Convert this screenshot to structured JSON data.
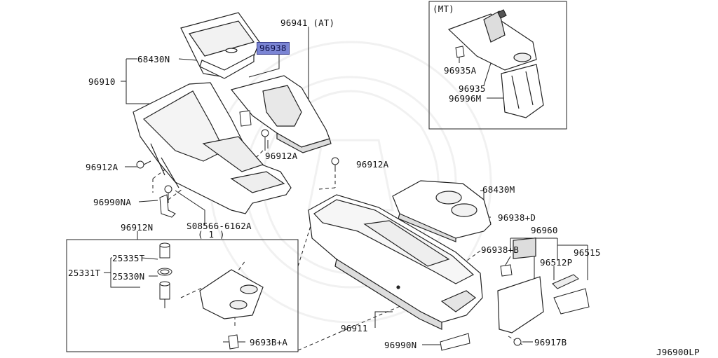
{
  "diagram_code": "J96900LP",
  "mt_box_title": "(MT)",
  "parts": {
    "p96941": "96941 (AT)",
    "p96938": "96938",
    "p68430N": "68430N",
    "p96910": "96910",
    "p96912A_1": "96912A",
    "p96912A_2": "96912A",
    "p96912A_3": "96912A",
    "p96990NA": "96990NA",
    "p08566": "S08566-6162A",
    "p08566_qty": "( 1 )",
    "p96912N": "96912N",
    "p25335T": "25335T",
    "p25331T": "25331T",
    "p25330N": "25330N",
    "p96938E": "9693B+A",
    "p96935A": "96935A",
    "p96935": "96935",
    "p96996M": "96996M",
    "p68430M": "68430M",
    "p96938D": "96938+D",
    "p96960": "96960",
    "p96938B": "96938+B",
    "p96515": "96515",
    "p96512P": "96512P",
    "p96911": "96911",
    "p96990N": "96990N",
    "p96917B": "96917B"
  },
  "highlight_color": "#7b85d4"
}
